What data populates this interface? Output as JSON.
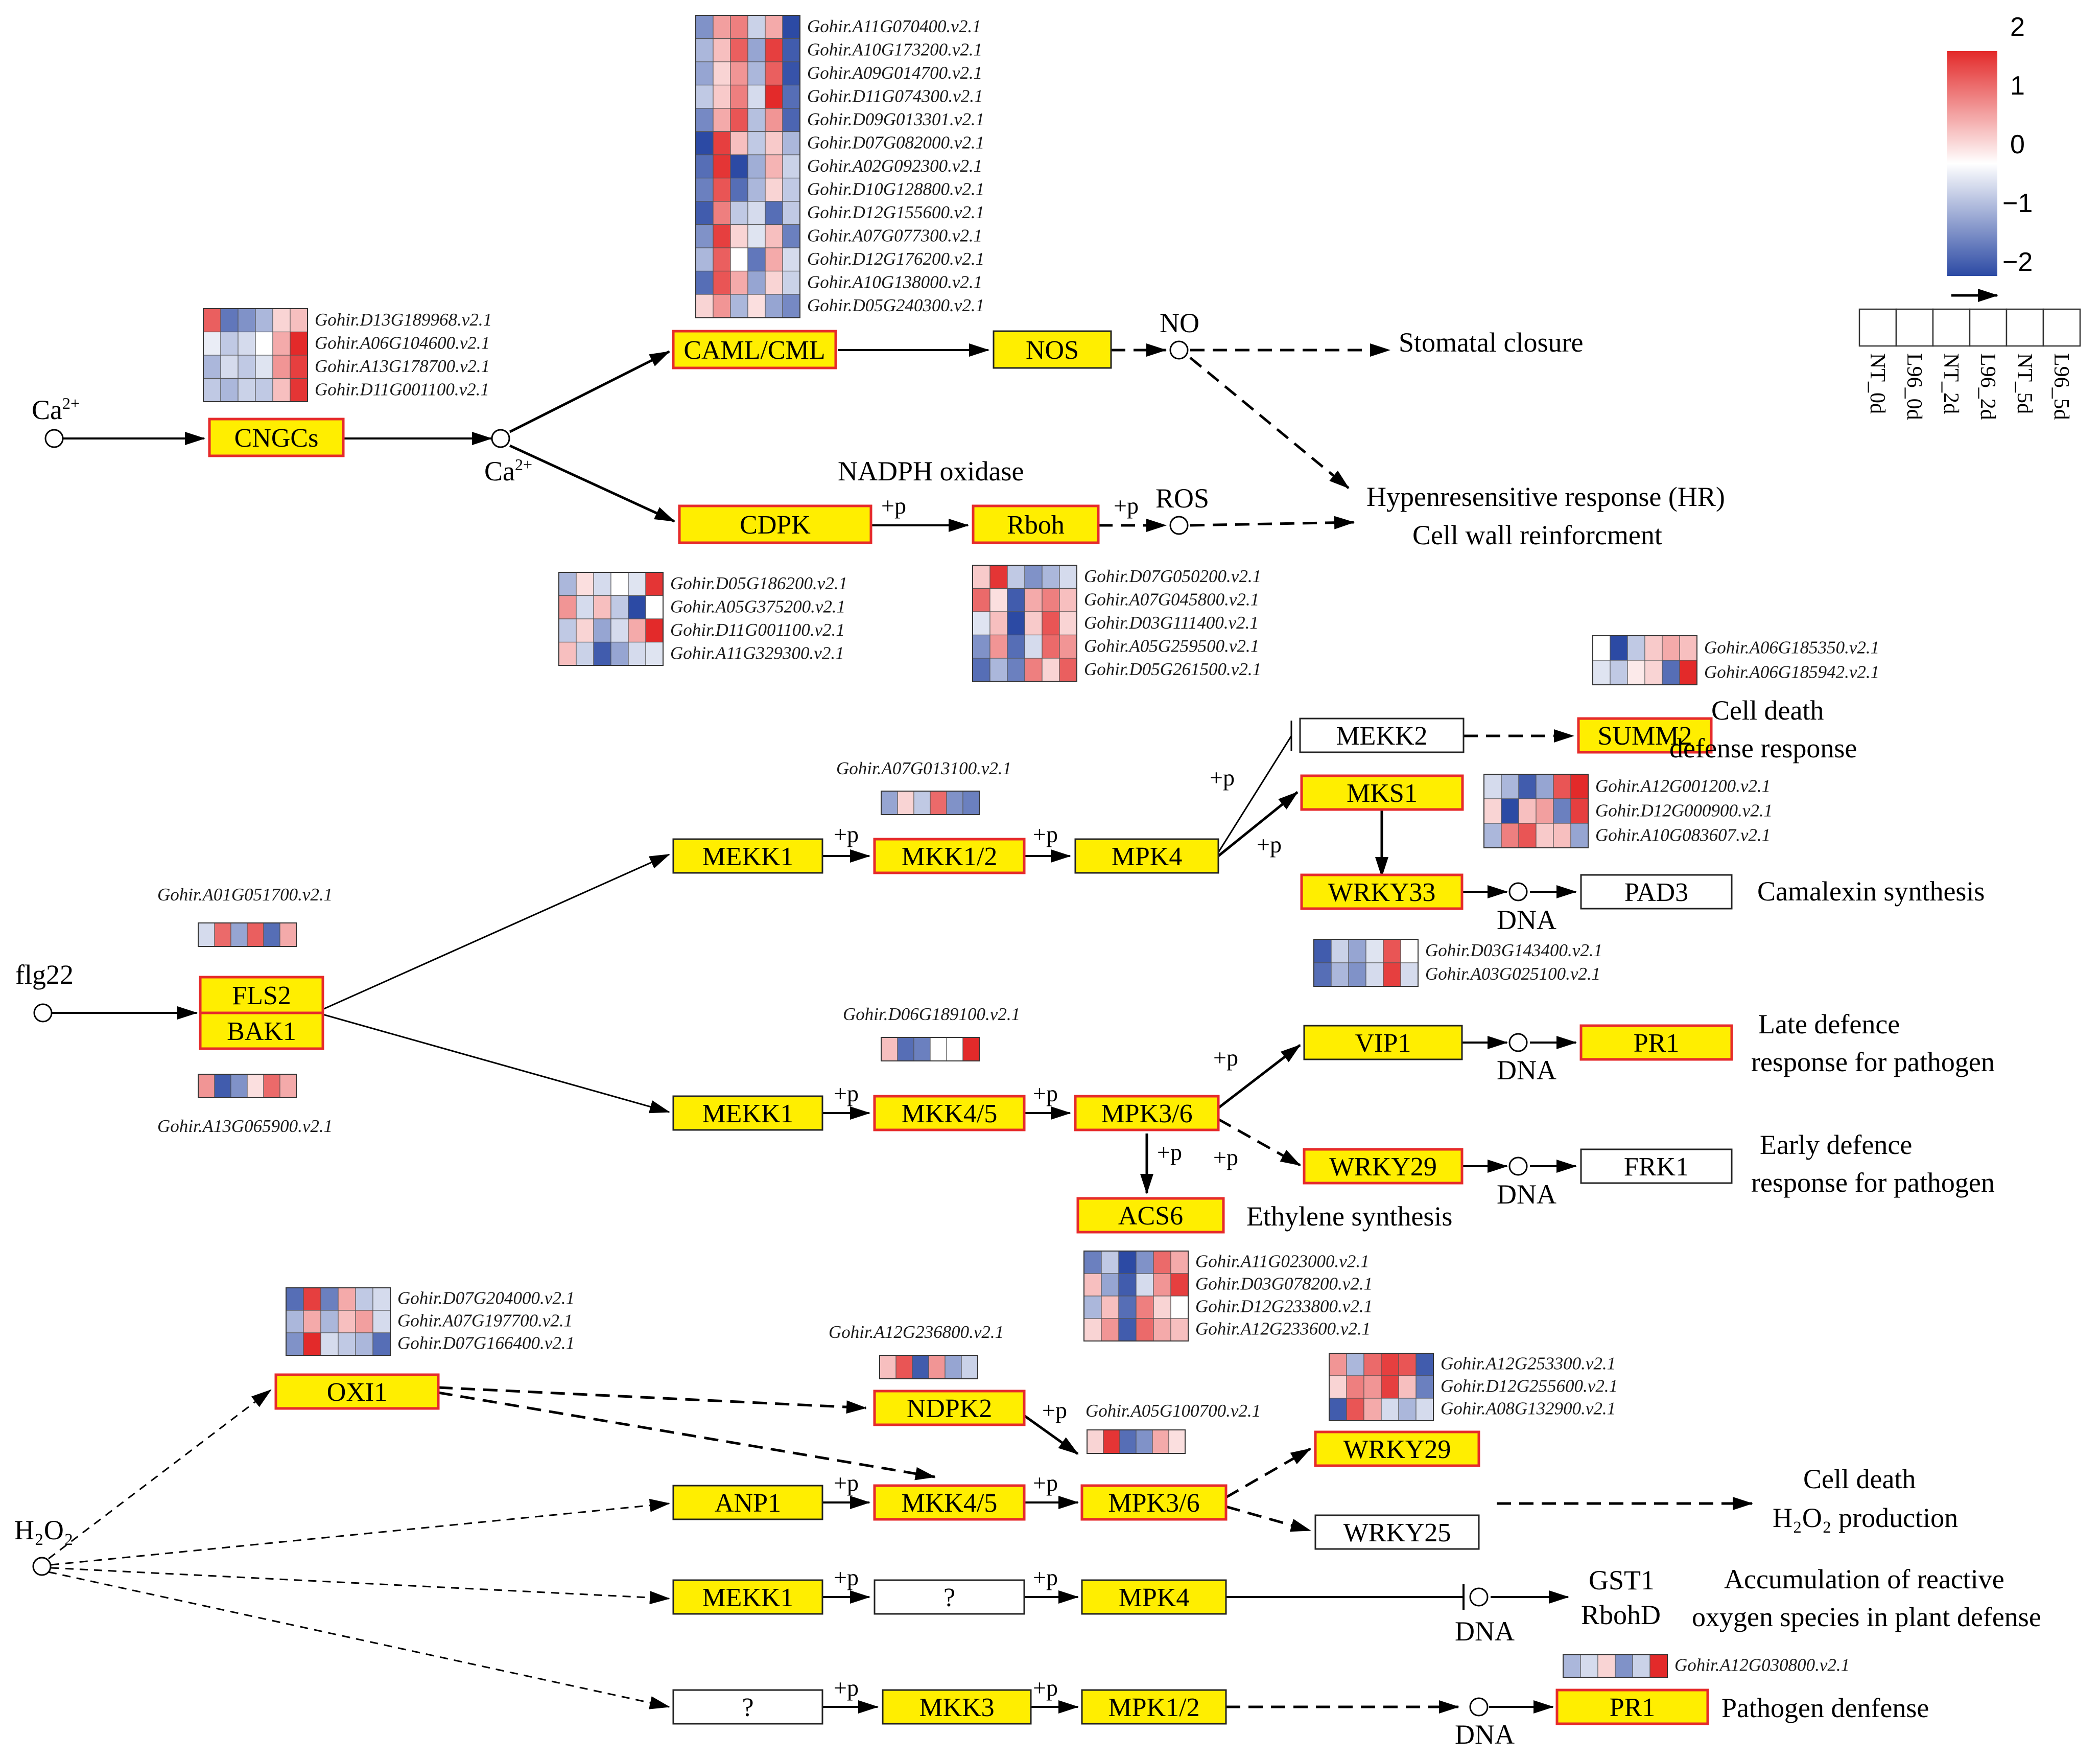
{
  "colors": {
    "low": "#2c4aa4",
    "mid": "#ffffff",
    "high": "#e32a2a",
    "node_fill": "#ffee00",
    "node_border": "#e62b2b",
    "plain_border": "#222222"
  },
  "colorbar": {
    "ticks": [
      "2",
      "1",
      "0",
      "−1",
      "−2"
    ],
    "min": -2,
    "max": 2
  },
  "samples": [
    "NT_0d",
    "L96_0d",
    "NT_2d",
    "L96_2d",
    "NT_5d",
    "L96_5d"
  ],
  "nodes": {
    "cngcs": "CNGCs",
    "caml": "CAML/CML",
    "nos": "NOS",
    "cdpk": "CDPK",
    "rboh": "Rboh",
    "fls2": "FLS2",
    "bak1": "BAK1",
    "mekk1_a": "MEKK1",
    "mkk12": "MKK1/2",
    "mpk4_a": "MPK4",
    "mekk2": "MEKK2",
    "summ2": "SUMM2",
    "mks1": "MKS1",
    "wrky33": "WRKY33",
    "pad3": "PAD3",
    "mekk1_b": "MEKK1",
    "mkk45_a": "MKK4/5",
    "mpk36_a": "MPK3/6",
    "vip1": "VIP1",
    "pr1_a": "PR1",
    "wrky29_a": "WRKY29",
    "frk1": "FRK1",
    "acs6": "ACS6",
    "oxi1": "OXI1",
    "ndpk2": "NDPK2",
    "wrky29_b": "WRKY29",
    "anp1": "ANP1",
    "mkk45_b": "MKK4/5",
    "mpk36_b": "MPK3/6",
    "wrky25": "WRKY25",
    "mekk1_c": "MEKK1",
    "q1": "?",
    "mpk4_b": "MPK4",
    "q2": "?",
    "mkk3": "MKK3",
    "mpk12": "MPK1/2",
    "pr1_b": "PR1"
  },
  "labels": {
    "ca_in": "Ca",
    "ca_mid": "Ca",
    "ca_sup": "2+",
    "no": "NO",
    "ros": "ROS",
    "nadph": "NADPH oxidase",
    "flg22": "flg22",
    "h2o2_in": "H₂O₂",
    "plus_p": "+p",
    "dna": "DNA",
    "gst1": "GST1",
    "rbohd": "RbohD"
  },
  "outcomes": {
    "stomatal": "Stomatal closure",
    "hr1": "Hypenresensitive response (HR)",
    "hr2": "Cell wall reinforcment",
    "celldeath1": "Cell death",
    "defense": "defense response",
    "camalexin": "Camalexin synthesis",
    "late1": "Late defence",
    "late2": "response for pathogen",
    "early1": "Early defence",
    "early2": "response for pathogen",
    "ethylene": "Ethylene synthesis",
    "celldeath2": "Cell death",
    "h2o2prod": "H₂O₂ production",
    "ros1": "Accumulation of reactive",
    "ros2": "oxygen species in plant defense",
    "pathogen": "Pathogen denfense"
  },
  "heatmaps": {
    "caml": {
      "genes": [
        "Gohir.A11G070400.v2.1",
        "Gohir.A10G173200.v2.1",
        "Gohir.A09G014700.v2.1",
        "Gohir.D11G074300.v2.1",
        "Gohir.D09G013301.v2.1",
        "Gohir.D07G082000.v2.1",
        "Gohir.A02G092300.v2.1",
        "Gohir.D10G128800.v2.1",
        "Gohir.D12G155600.v2.1",
        "Gohir.A07G077300.v2.1",
        "Gohir.D12G176200.v2.1",
        "Gohir.A10G138000.v2.1",
        "Gohir.D05G240300.v2.1"
      ],
      "values": [
        [
          -1.2,
          0.9,
          1.2,
          -0.5,
          0.8,
          -2.0
        ],
        [
          -0.8,
          0.6,
          1.5,
          -1.0,
          1.8,
          -1.8
        ],
        [
          -1.0,
          0.4,
          1.0,
          -0.8,
          1.5,
          -1.9
        ],
        [
          -0.6,
          0.5,
          1.2,
          -0.4,
          2.0,
          -1.6
        ],
        [
          -1.3,
          0.8,
          1.6,
          -0.7,
          1.0,
          -1.7
        ],
        [
          -2.0,
          1.8,
          0.6,
          -0.6,
          0.5,
          -0.8
        ],
        [
          -1.6,
          1.9,
          -2.0,
          -0.9,
          0.7,
          -0.5
        ],
        [
          -1.4,
          1.6,
          -1.6,
          -0.8,
          0.4,
          -0.6
        ],
        [
          -1.8,
          1.2,
          -0.6,
          -0.4,
          -1.6,
          -0.6
        ],
        [
          -1.2,
          1.8,
          0.4,
          -0.3,
          0.6,
          -1.4
        ],
        [
          -0.8,
          1.5,
          0.0,
          -1.5,
          0.8,
          -0.4
        ],
        [
          -1.6,
          1.6,
          0.8,
          -1.0,
          0.4,
          -0.5
        ],
        [
          0.4,
          1.0,
          -0.8,
          0.3,
          -1.0,
          -1.3
        ]
      ]
    },
    "cngcs": {
      "genes": [
        "Gohir.D13G189968.v2.1",
        "Gohir.A06G104600.v2.1",
        "Gohir.A13G178700.v2.1",
        "Gohir.D11G001100.v2.1"
      ],
      "values": [
        [
          1.5,
          -1.5,
          -1.2,
          -0.8,
          0.4,
          0.6
        ],
        [
          -0.2,
          -0.6,
          -0.4,
          0.0,
          0.8,
          2.0
        ],
        [
          -0.8,
          -0.4,
          -0.6,
          -0.3,
          1.0,
          1.8
        ],
        [
          -0.6,
          -0.8,
          -0.5,
          -0.6,
          0.6,
          1.9
        ]
      ]
    },
    "cdpk": {
      "genes": [
        "Gohir.D05G186200.v2.1",
        "Gohir.A05G375200.v2.1",
        "Gohir.D11G001100.v2.1",
        "Gohir.A11G329300.v2.1"
      ],
      "values": [
        [
          -0.8,
          0.3,
          -0.4,
          0.0,
          -0.3,
          1.9
        ],
        [
          1.0,
          -0.4,
          0.6,
          -0.6,
          -2.0,
          0.0
        ],
        [
          -0.6,
          0.4,
          -1.0,
          -0.4,
          0.8,
          2.0
        ],
        [
          0.6,
          -0.5,
          -1.8,
          -1.0,
          -0.4,
          -0.3
        ]
      ]
    },
    "rboh": {
      "genes": [
        "Gohir.D07G050200.v2.1",
        "Gohir.A07G045800.v2.1",
        "Gohir.D03G111400.v2.1",
        "Gohir.A05G259500.v2.1",
        "Gohir.D05G261500.v2.1"
      ],
      "values": [
        [
          0.5,
          1.9,
          -0.6,
          -1.2,
          -0.8,
          -0.4
        ],
        [
          1.4,
          0.3,
          -1.8,
          0.8,
          1.2,
          0.6
        ],
        [
          -0.3,
          0.6,
          -2.0,
          0.5,
          1.6,
          0.4
        ],
        [
          -1.2,
          1.0,
          -1.6,
          -0.4,
          1.4,
          1.0
        ],
        [
          -1.6,
          -0.8,
          -1.4,
          1.2,
          0.4,
          1.5
        ]
      ]
    },
    "summ2": {
      "genes": [
        "Gohir.A06G185350.v2.1",
        "Gohir.A06G185942.v2.1"
      ],
      "values": [
        [
          0.0,
          -2.0,
          -0.6,
          0.5,
          0.8,
          0.6
        ],
        [
          -0.3,
          -0.6,
          0.2,
          0.4,
          -1.6,
          2.0
        ]
      ]
    },
    "mks1": {
      "genes": [
        "Gohir.A12G001200.v2.1",
        "Gohir.D12G000900.v2.1",
        "Gohir.A10G083607.v2.1"
      ],
      "values": [
        [
          -0.4,
          -0.8,
          -1.8,
          -1.0,
          1.6,
          2.0
        ],
        [
          0.4,
          -2.0,
          0.6,
          0.9,
          -1.4,
          1.8
        ],
        [
          -0.8,
          1.2,
          1.6,
          0.5,
          0.6,
          -1.0
        ]
      ]
    },
    "wrky33": {
      "genes": [
        "Gohir.D03G143400.v2.1",
        "Gohir.A03G025100.v2.1"
      ],
      "values": [
        [
          -1.8,
          -0.5,
          -1.0,
          -0.3,
          1.6,
          0.0
        ],
        [
          -1.6,
          -0.8,
          -1.2,
          -0.4,
          1.8,
          -0.4
        ]
      ]
    },
    "mkk12": {
      "genes": [
        "Gohir.A07G013100.v2.1"
      ],
      "values": [
        [
          -1.0,
          0.4,
          -0.6,
          1.4,
          -1.2,
          -1.4
        ]
      ]
    },
    "fls2": {
      "genes": [
        "Gohir.A01G051700.v2.1"
      ],
      "values": [
        [
          -0.4,
          1.4,
          -1.0,
          1.5,
          -1.6,
          0.8
        ]
      ]
    },
    "bak1": {
      "genes": [
        "Gohir.A13G065900.v2.1"
      ],
      "values": [
        [
          1.0,
          -1.8,
          -1.2,
          0.3,
          1.4,
          0.8
        ]
      ]
    },
    "mkk45": {
      "genes": [
        "Gohir.D06G189100.v2.1"
      ],
      "values": [
        [
          0.6,
          -1.6,
          -1.4,
          0.0,
          0.0,
          2.0
        ]
      ]
    },
    "acs6": {
      "genes": [
        "Gohir.A11G023000.v2.1",
        "Gohir.D03G078200.v2.1",
        "Gohir.D12G233800.v2.1",
        "Gohir.A12G233600.v2.1"
      ],
      "values": [
        [
          -1.4,
          -0.6,
          -2.0,
          -1.2,
          1.4,
          0.8
        ],
        [
          0.6,
          -1.0,
          -1.8,
          -0.4,
          1.0,
          1.8
        ],
        [
          -0.8,
          0.6,
          -1.6,
          1.2,
          0.4,
          0.0
        ],
        [
          0.4,
          1.0,
          -1.8,
          1.4,
          0.8,
          0.6
        ]
      ]
    },
    "oxi1": {
      "genes": [
        "Gohir.D07G204000.v2.1",
        "Gohir.A07G197700.v2.1",
        "Gohir.D07G166400.v2.1"
      ],
      "values": [
        [
          -1.6,
          1.8,
          -1.4,
          0.8,
          -0.6,
          -0.4
        ],
        [
          -0.8,
          0.8,
          -0.8,
          0.6,
          0.9,
          -0.4
        ],
        [
          -1.2,
          2.0,
          -0.4,
          -0.6,
          -0.8,
          -1.6
        ]
      ]
    },
    "ndpk2": {
      "genes": [
        "Gohir.A12G236800.v2.1"
      ],
      "values": [
        [
          0.6,
          1.6,
          -1.8,
          1.0,
          -1.0,
          -0.5
        ]
      ]
    },
    "ndpk2b": {
      "genes": [
        "Gohir.A05G100700.v2.1"
      ],
      "values": [
        [
          0.4,
          1.9,
          -1.6,
          -1.2,
          0.8,
          0.3
        ]
      ]
    },
    "wrky29b": {
      "genes": [
        "Gohir.A12G253300.v2.1",
        "Gohir.D12G255600.v2.1",
        "Gohir.A08G132900.v2.1"
      ],
      "values": [
        [
          1.0,
          -0.8,
          1.4,
          1.8,
          1.6,
          -1.8
        ],
        [
          0.4,
          1.2,
          1.0,
          1.8,
          0.6,
          -1.4
        ],
        [
          -1.8,
          1.6,
          0.8,
          -0.4,
          -0.8,
          -0.4
        ]
      ]
    },
    "pr1b": {
      "genes": [
        "Gohir.A12G030800.v2.1"
      ],
      "values": [
        [
          -0.8,
          -0.4,
          0.4,
          -1.2,
          -0.5,
          2.0
        ]
      ]
    }
  }
}
